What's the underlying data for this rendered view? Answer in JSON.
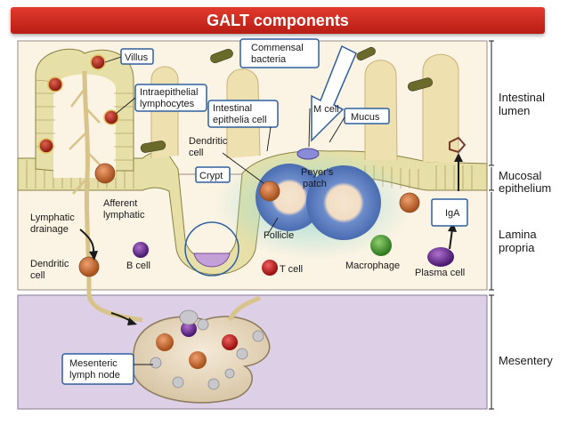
{
  "title": "GALT components",
  "labels": {
    "villus": "Villus",
    "commensal_bacteria": [
      "Commensal",
      "bacteria"
    ],
    "intraepithelial_lymphocytes": [
      "Intraepithelial",
      "lymphocytes"
    ],
    "intestinal_epithelia_cell": [
      "Intestinal",
      "epithelia cell"
    ],
    "m_cell": "M cell",
    "mucus": "Mucus",
    "dendritic_cell_top": [
      "Dendritic",
      "cell"
    ],
    "crypt": "Crypt",
    "peyers_patch": [
      "Peyer's",
      "patch"
    ],
    "afferent_lymphatic": [
      "Afferent",
      "lymphatic"
    ],
    "lymphatic_drainage": [
      "Lymphatic",
      "drainage"
    ],
    "follicle": "Follicle",
    "iga": "IgA",
    "dendritic_cell_left": [
      "Dendritic",
      "cell"
    ],
    "b_cell": "B cell",
    "t_cell": "T cell",
    "macrophage": "Macrophage",
    "plasma_cell": "Plasma cell",
    "mesenteric_lymph_node": [
      "Mesenteric",
      "lymph node"
    ]
  },
  "regions": {
    "intestinal_lumen": [
      "Intestinal",
      "lumen"
    ],
    "mucosal_epithelium": [
      "Mucosal",
      "epithelium"
    ],
    "lamina_propria": [
      "Lamina",
      "propria"
    ],
    "mesentery": "Mesentery"
  },
  "colors": {
    "title_bar": "#c8261c",
    "box_stroke": "#2f5f9e",
    "lumen_fill": "#f0e2b4",
    "lamina_fill": "#fbf3e3",
    "mesentery_fill": "#ddd0e6",
    "follicle_fill": "#5d7fbf",
    "follicle_halo": "#8fd2c8"
  }
}
